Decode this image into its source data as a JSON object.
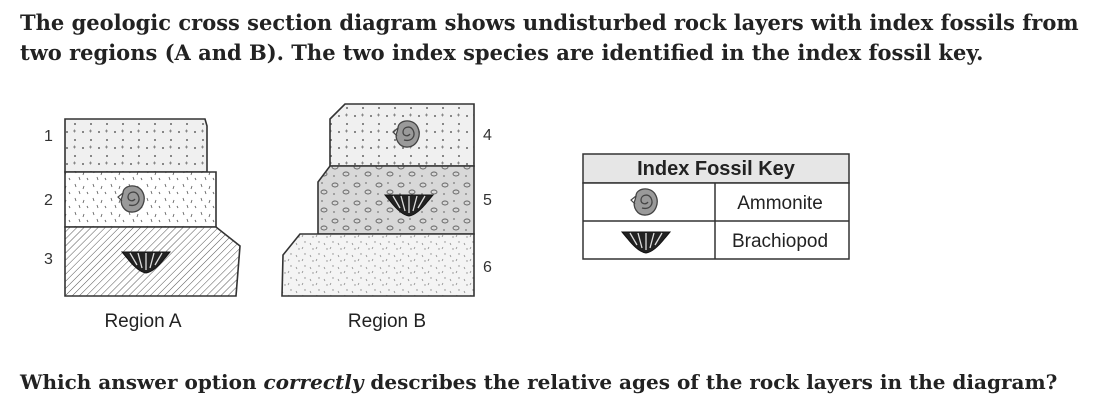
{
  "intro_text": "The geologic cross section diagram shows undisturbed rock layers with index fossils from two regions (A and B). The two index species are identified in the index fossil key.",
  "region_a": {
    "label": "Region A",
    "layer_numbers": [
      "1",
      "2",
      "3"
    ],
    "fossils": {
      "2": "ammonite",
      "3": "brachiopod"
    }
  },
  "region_b": {
    "label": "Region B",
    "layer_numbers": [
      "4",
      "5",
      "6"
    ],
    "fossils": {
      "4": "ammonite",
      "5": "brachiopod"
    }
  },
  "key": {
    "title": "Index Fossil Key",
    "rows": [
      {
        "icon": "ammonite-icon",
        "name": "Ammonite"
      },
      {
        "icon": "brachiopod-icon",
        "name": "Brachiopod"
      }
    ]
  },
  "question": {
    "prefix": "Which answer option ",
    "emphasis": "correctly",
    "suffix": " describes the relative ages of the rock layers in the diagram?"
  },
  "colors": {
    "ink": "#333333",
    "dotted_fill": "#f0f0f0",
    "gray_fill": "#d8d8d8",
    "key_header": "#e6e6e6"
  }
}
